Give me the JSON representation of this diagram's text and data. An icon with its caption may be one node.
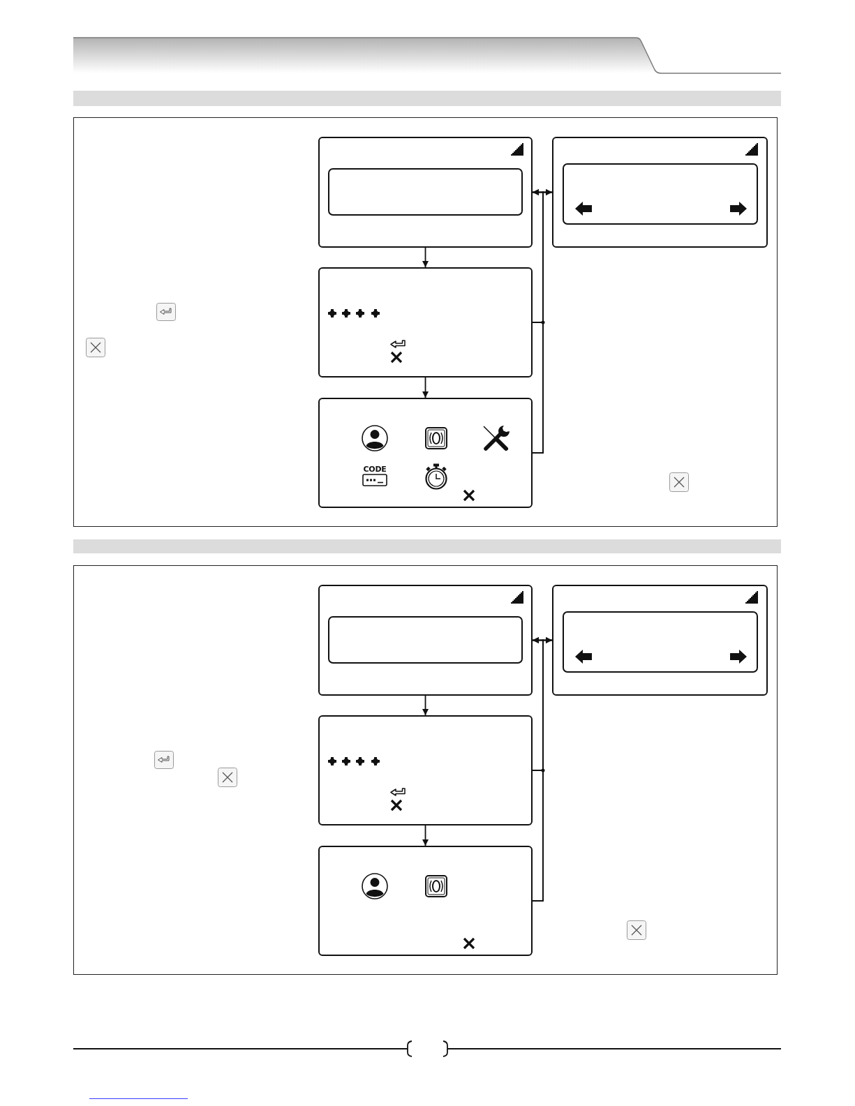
{
  "diagram": {
    "nodes": [
      {
        "text": [],
        "shape": "bar"
      },
      {
        "text": [],
        "shape": "box"
      },
      {
        "text": [],
        "shape": "box",
        "in": 1
      },
      {
        "text": [],
        "shape": "box",
        "in": 2
      },
      {
        "text": [],
        "shape": "box",
        "in": 1
      },
      {
        "text": [],
        "shape": "box",
        "in": 4
      },
      {
        "text": [],
        "shape": "box",
        "in": 1
      },
      {
        "text": [
          "CODE"
        ],
        "in": 1
      },
      {
        "text": [],
        "shape": "bar"
      },
      {
        "text": [],
        "shape": "box"
      },
      {
        "text": [],
        "shape": "box",
        "in": 9
      },
      {
        "text": [],
        "shape": "box",
        "in": 10
      },
      {
        "text": [],
        "shape": "box",
        "in": 9
      },
      {
        "text": [],
        "shape": "box",
        "in": 12
      },
      {
        "text": [],
        "shape": "box",
        "in": 9
      },
      {
        "text": [],
        "shape": "box",
        "in": 9
      }
    ],
    "edges": [
      {
        "from": 2,
        "to": 6,
        "arrow": "to"
      },
      {
        "from": 6,
        "to": 7,
        "arrow": "to"
      },
      {
        "from": 6,
        "to": 2,
        "arrow": "to"
      },
      {
        "from": 6,
        "to": 4,
        "arrow": "to"
      },
      {
        "from": 7,
        "to": 2,
        "arrow": "to"
      },
      {
        "from": 7,
        "to": 4,
        "arrow": "to"
      },
      {
        "from": 10,
        "to": 14,
        "arrow": "to"
      },
      {
        "from": 14,
        "to": 15,
        "arrow": "to"
      },
      {
        "from": 14,
        "to": 10,
        "arrow": "to"
      },
      {
        "from": 14,
        "to": 12,
        "arrow": "to"
      },
      {
        "from": 15,
        "to": 10,
        "arrow": "to"
      },
      {
        "from": 15,
        "to": 12,
        "arrow": "to"
      }
    ]
  }
}
